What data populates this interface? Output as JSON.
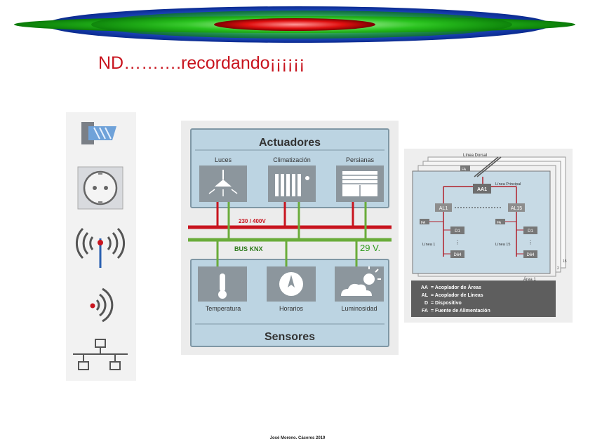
{
  "slide": {
    "title": "ND……….recordando¡¡¡¡¡¡",
    "footer": "José Moreno. Cáceres 2019"
  },
  "icons": [
    {
      "name": "cable-icon"
    },
    {
      "name": "power-socket-icon"
    },
    {
      "name": "wireless-antenna-icon"
    },
    {
      "name": "wifi-signal-icon"
    },
    {
      "name": "network-tree-icon"
    }
  ],
  "knx": {
    "actuators_title": "Actuadores",
    "actuators": [
      "Luces",
      "Climatización",
      "Persianas"
    ],
    "power_line": "230 / 400V",
    "bus_line": "BUS KNX",
    "bus_voltage": "29 V.",
    "sensors": [
      "Temperatura",
      "Horarios",
      "Luminosidad"
    ],
    "sensors_title": "Sensores",
    "colors": {
      "panel": "#bcd4e2",
      "power": "#c8141e",
      "bus": "#6aac3a",
      "device": "#8c969d"
    }
  },
  "topology": {
    "backbone": "Línea Dorsal",
    "main_line": "Línea Principal",
    "fa": "FA",
    "area_coupler": "AA1",
    "line_couplers": [
      "AL1",
      "AL15"
    ],
    "devices_top": [
      "D1",
      "D1"
    ],
    "devices_bottom": [
      "D64",
      "D64"
    ],
    "lines": [
      "Línea 1",
      "Línea 15"
    ],
    "area_label": "Área 1",
    "stack_numbers": [
      "2",
      "15"
    ],
    "legend": [
      {
        "abbr": "AA",
        "text": "= Acoplador de Áreas"
      },
      {
        "abbr": "AL",
        "text": "= Acoplador de Líneas"
      },
      {
        "abbr": "D",
        "text": "= Dispositivo"
      },
      {
        "abbr": "FA",
        "text": "= Fuente de Alimentación"
      }
    ]
  }
}
